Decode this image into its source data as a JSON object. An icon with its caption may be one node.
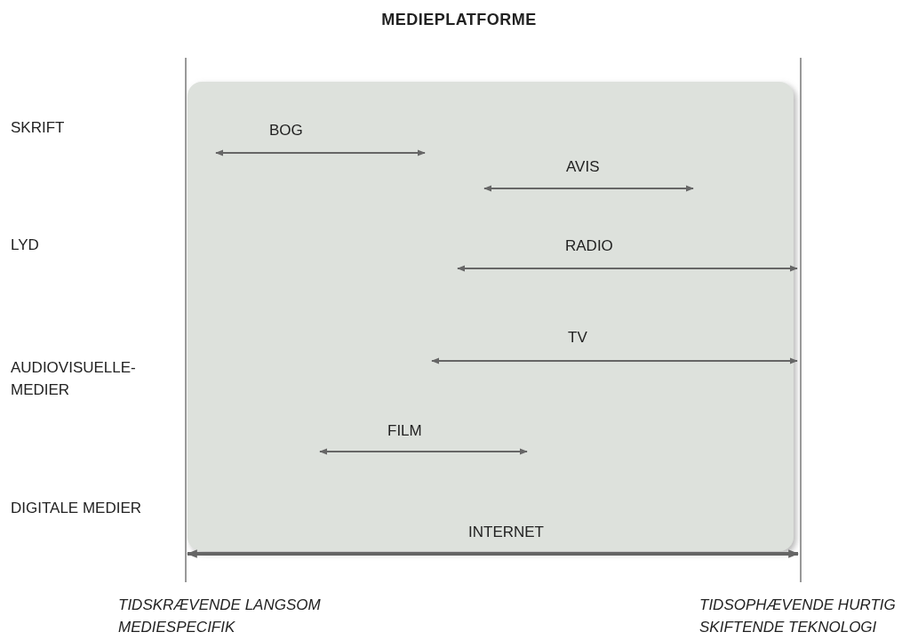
{
  "diagram": {
    "title": "MEDIEPLATFORME",
    "labels": [
      "SKRIFT",
      "BOG",
      "AVIS",
      "LYD",
      "RADIO",
      "TV",
      "AUDIOVISUELLE- MEDIER",
      "FILM",
      "DIGITALE MEDIER",
      "INTERNET",
      "TIDSKRÆVENDE LANGSOM MEDIESPECIFIK",
      "TIDSOPHÆVENDE HURTIG SKIFTENDE TEKNOLOGI"
    ]
  }
}
